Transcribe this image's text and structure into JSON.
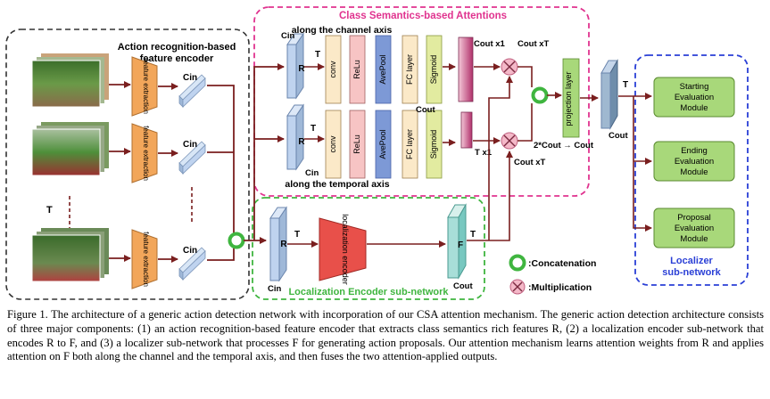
{
  "title_class_attn": "Class Semantics-based Attentions",
  "title_action_enc_1": "Action recognition-based",
  "title_action_enc_2": "feature encoder",
  "channel_axis": "along the channel axis",
  "temporal_axis": "along the temporal axis",
  "loc_enc_title": "Localization Encoder sub-network",
  "localizer_title_1": "Localizer",
  "localizer_title_2": "sub-network",
  "feature_extraction": "feature extraction",
  "cin": "Cin",
  "cout": "Cout",
  "R": "R",
  "F": "F",
  "T": "T",
  "conv": "conv",
  "relu": "ReLu",
  "avepool": "AvePool",
  "fc": "FC layer",
  "sigmoid": "Sigmoid",
  "cout_x1": "Cout x1",
  "cout_xT": "Cout xT",
  "Tx1": "T x1",
  "projection": "projection layer",
  "proj_formula": "2*Cout → Cout",
  "loc_encoder": "localization encoder",
  "modules": [
    {
      "l1": "Starting",
      "l2": "Evaluation",
      "l3": "Module"
    },
    {
      "l1": "Ending",
      "l2": "Evaluation",
      "l3": "Module"
    },
    {
      "l1": "Proposal",
      "l2": "Evaluation",
      "l3": "Module"
    }
  ],
  "legend_concat": ":Concatenation",
  "legend_mult": ":Multiplication",
  "caption": "Figure 1. The architecture of a generic action detection network with incorporation of our CSA attention mechanism. The generic action detection architecture consists of three major components: (1) an action recognition-based feature encoder that extracts class semantics rich features R, (2) a localization encoder sub-network that encodes R to F, and (3) a localizer sub-network that processes F for generating action proposals. Our attention mechanism learns attention weights from R and applies attention on F both along the channel and the temporal axis, and then fuses the two attention-applied outputs.",
  "colors": {
    "arrow": "#7a1f1f",
    "pink": "#e0338f",
    "green": "#3fb53f",
    "blue": "#2a3fd6",
    "orange": "#f2a65a",
    "cube": "#bfd3ef",
    "module": "#a8d87a"
  }
}
